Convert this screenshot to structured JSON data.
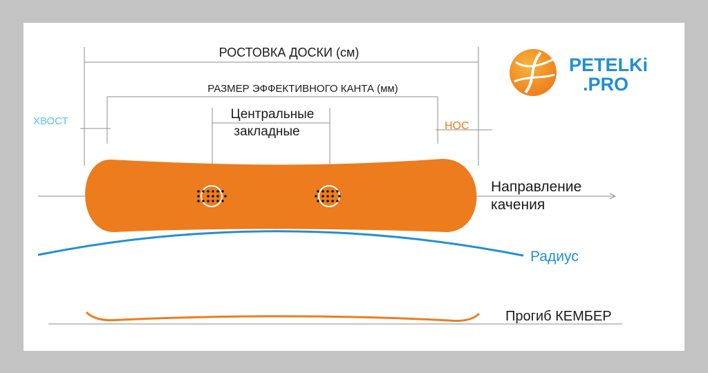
{
  "labels": {
    "board_length": "РОСТОВКА ДОСКИ (см)",
    "effective_edge": "РАЗМЕР ЭФФЕКТИВНОГО КАНТА (мм)",
    "center_inserts_line1": "Центральные",
    "center_inserts_line2": "закладные",
    "tail": "ХВОСТ",
    "nose": "НОС",
    "direction_line1": "Направление",
    "direction_line2": "качения",
    "radius": "Радиус",
    "camber": "Прогиб КЕМБЕР"
  },
  "logo": {
    "line1": "PETELKi",
    "line2": ".PRO"
  },
  "colors": {
    "board": "#ec7c1d",
    "tail_text": "#5bc0e8",
    "nose_text": "#ec7c1d",
    "radius": "#1f8fd6",
    "camber": "#ec7c1d",
    "logo_blue": "#1f8fd6",
    "logo_orange": "#f29a22"
  }
}
